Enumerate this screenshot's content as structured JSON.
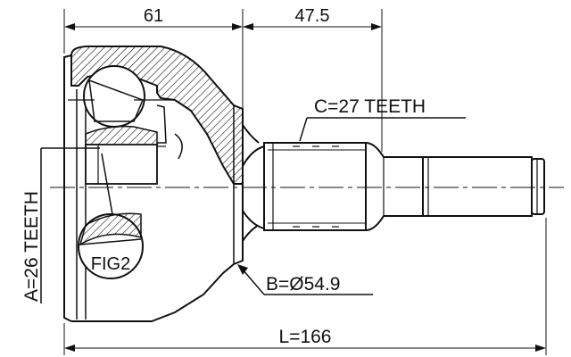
{
  "drawing": {
    "dimension_top_left": "61",
    "dimension_top_right": "47.5",
    "teeth_c": "C=27 TEETH",
    "teeth_a": "A=26 TEETH",
    "diameter_b": "B=Ø54.9",
    "length_l": "L=166",
    "fig_label": "FIG2"
  },
  "colors": {
    "ink": "#111111",
    "background": "#ffffff"
  }
}
